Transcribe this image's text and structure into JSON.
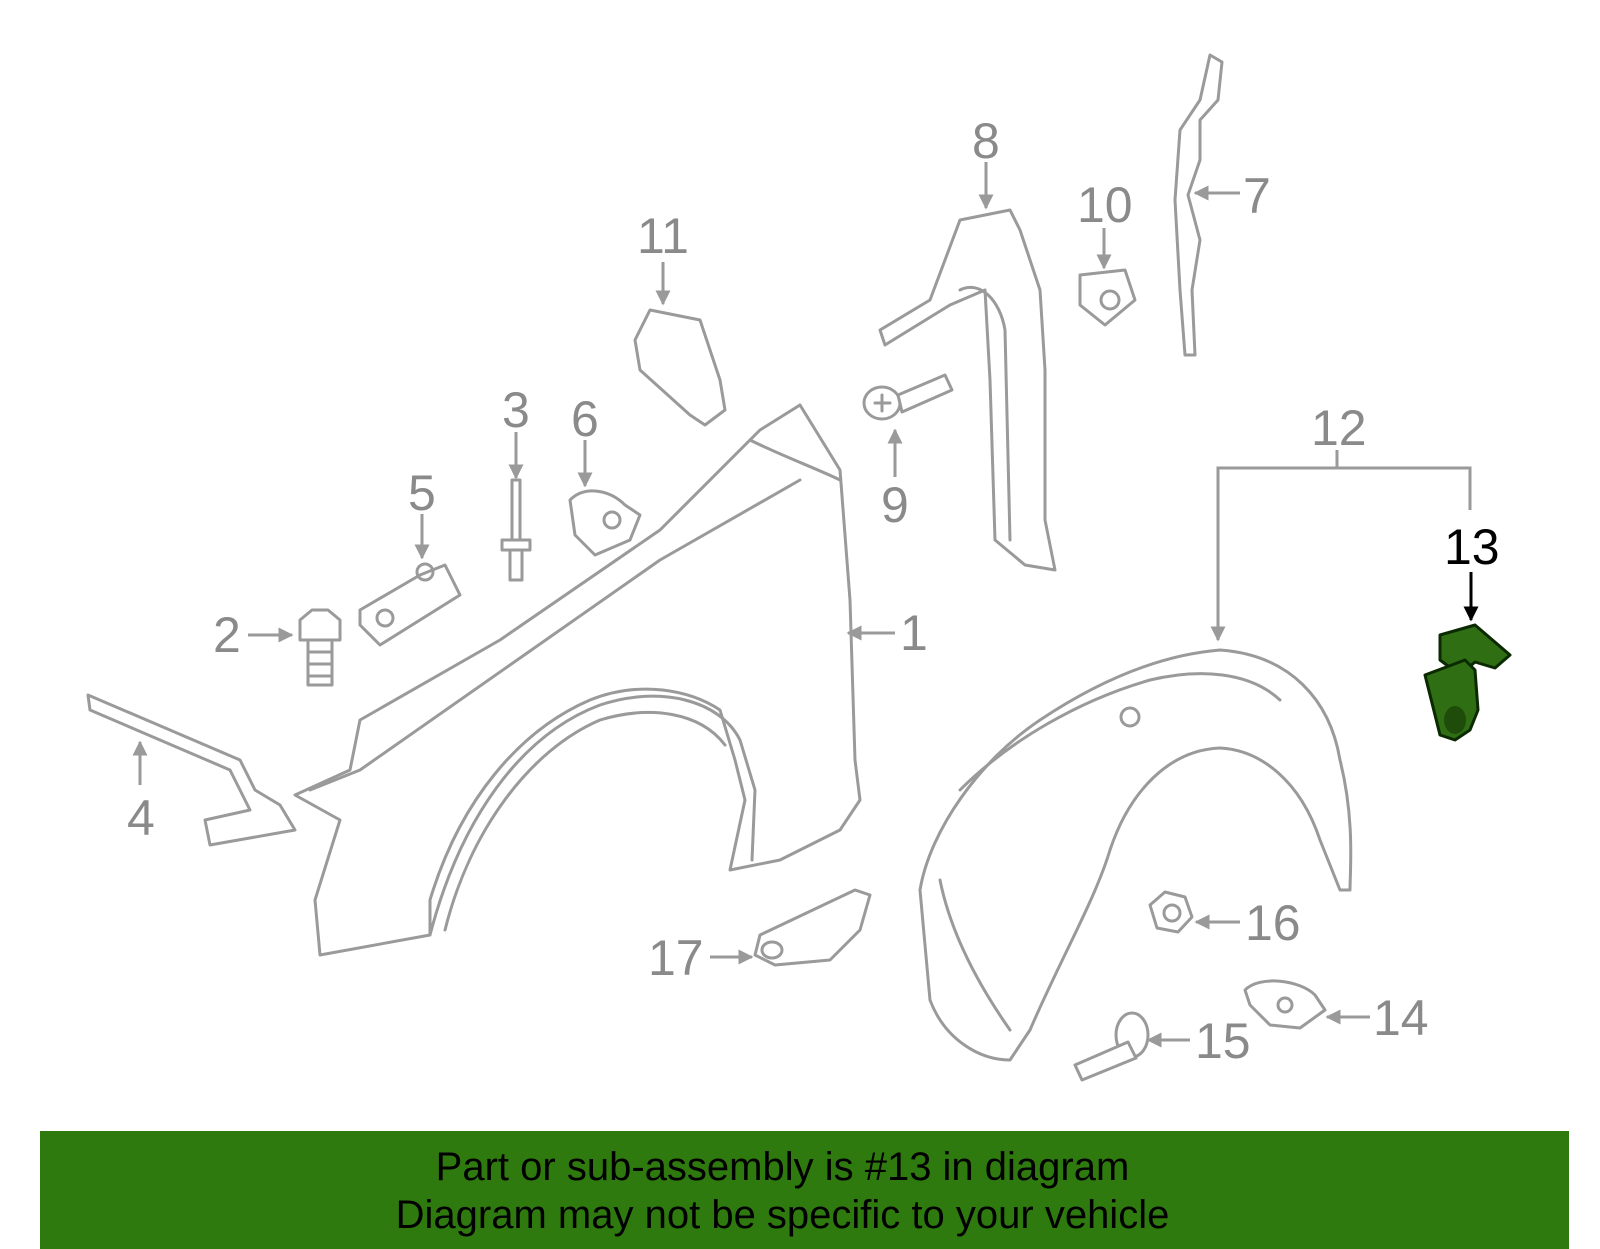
{
  "diagram": {
    "callouts": [
      "1",
      "2",
      "3",
      "4",
      "5",
      "6",
      "7",
      "8",
      "9",
      "10",
      "11",
      "12",
      "13",
      "14",
      "15",
      "16",
      "17"
    ],
    "highlighted_callout": "13",
    "colors": {
      "part_line": "#9a9a9a",
      "highlight": "#2f6e12",
      "banner": "#2f7a0f"
    }
  },
  "banner": {
    "line1": "Part or sub-assembly is #13 in diagram",
    "line2": "Diagram may not be specific to your vehicle"
  }
}
